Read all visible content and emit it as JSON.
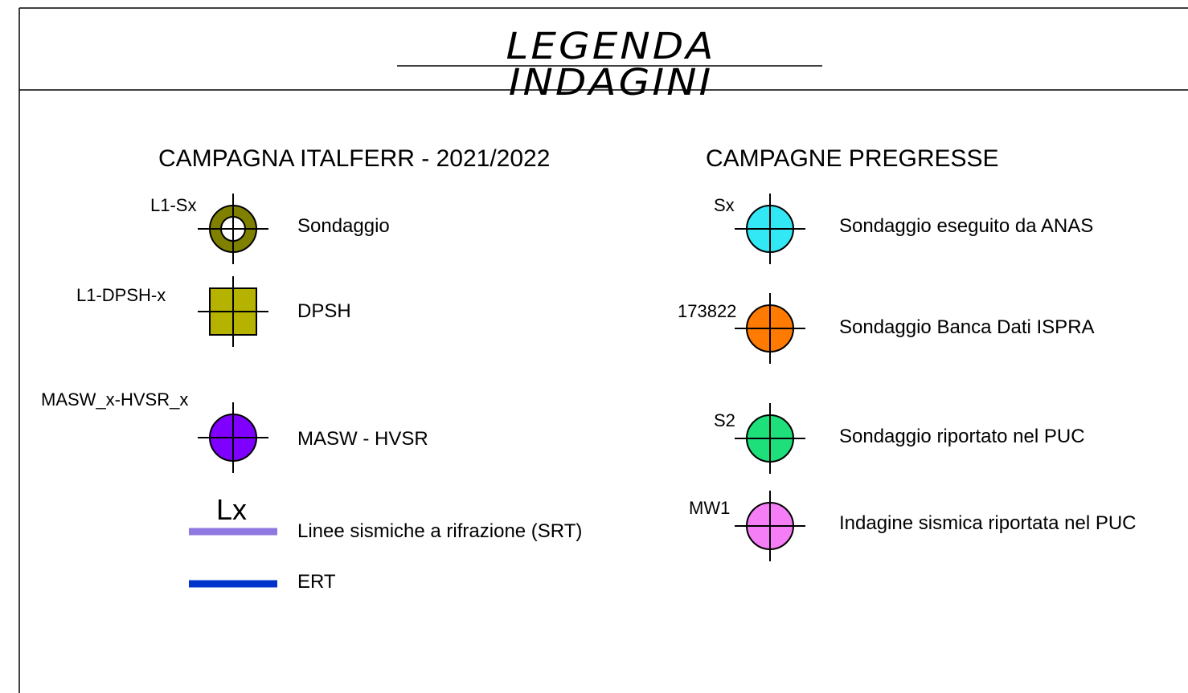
{
  "title": "LEGENDA INDAGINI",
  "sections": {
    "italferr": {
      "heading": "CAMPAGNA ITALFERR - 2021/2022",
      "items": [
        {
          "code": "L1-Sx",
          "label": "Sondaggio",
          "symbol": "ring-crosshair-icon",
          "fill": "#808000"
        },
        {
          "code": "L1-DPSH-x",
          "label": "DPSH",
          "symbol": "square-crosshair-icon",
          "fill": "#b5b200"
        },
        {
          "code": "MASW_x-HVSR_x",
          "label": "MASW - HVSR",
          "symbol": "circle-crosshair-icon",
          "fill": "#7f00ff"
        }
      ],
      "lines": [
        {
          "code": "Lx",
          "label": "Linee sismiche a rifrazione (SRT)",
          "color": "#8f78e0"
        },
        {
          "label": "ERT",
          "color": "#0033cc"
        }
      ]
    },
    "pregresse": {
      "heading": "CAMPAGNE PREGRESSE",
      "items": [
        {
          "code": "Sx",
          "label": "Sondaggio eseguito da ANAS",
          "symbol": "circle-crosshair-icon",
          "fill": "#33e8f5"
        },
        {
          "code": "173822",
          "label": "Sondaggio Banca Dati ISPRA",
          "symbol": "circle-crosshair-icon",
          "fill": "#ff7a00"
        },
        {
          "code": "S2",
          "label": "Sondaggio riportato nel PUC",
          "symbol": "circle-crosshair-icon",
          "fill": "#1ee07a"
        },
        {
          "code": "MW1",
          "label": "Indagine sismica riportata nel PUC",
          "symbol": "circle-crosshair-icon",
          "fill": "#f57df5"
        }
      ]
    }
  }
}
